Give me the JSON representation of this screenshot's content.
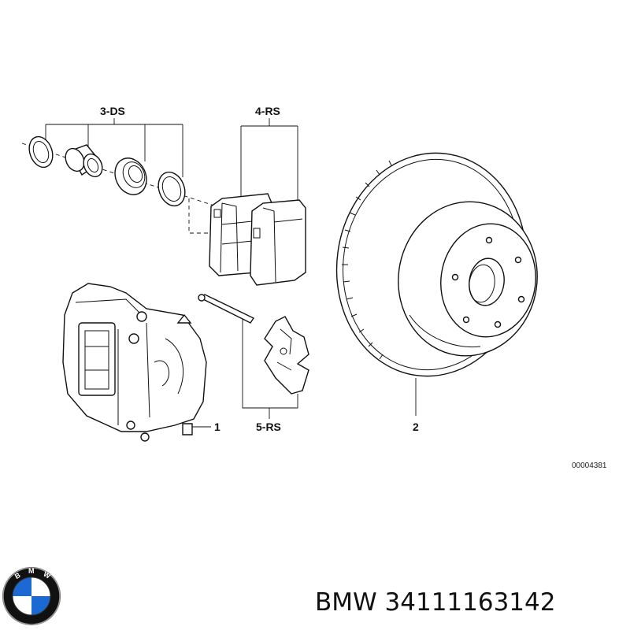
{
  "labels": {
    "dust_seal_set": "3-DS",
    "pad_set": "4-RS",
    "hardware_set": "5-RS",
    "caliper": "1",
    "disc": "2"
  },
  "diagram_code": "00004381",
  "brand": {
    "logo_text": "BMW",
    "part_label": "BMW 34111163142"
  },
  "colors": {
    "logo_blue": "#1c69d4",
    "logo_ring": "#111111",
    "line": "#111111"
  }
}
